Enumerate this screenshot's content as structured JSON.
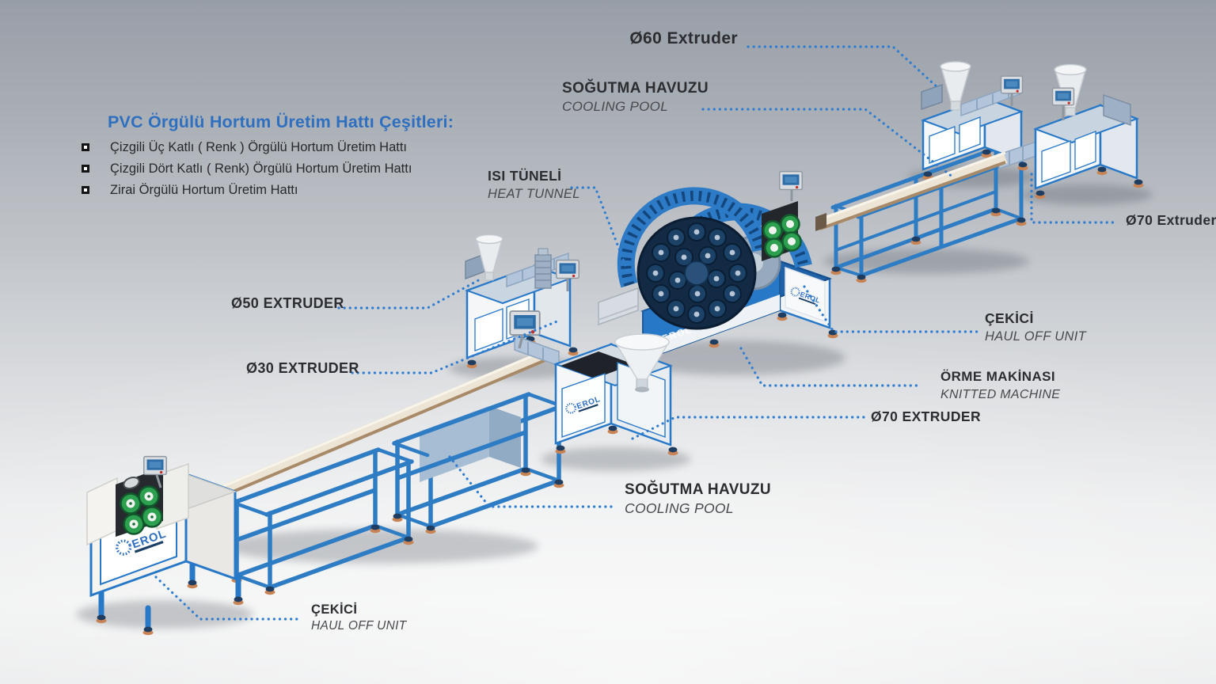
{
  "brand": {
    "name": "EROL"
  },
  "intro": {
    "title": "PVC Örgülü Hortum Üretim Hattı Çeşitleri:",
    "items": [
      "Çizgili Üç Katlı ( Renk ) Örgülü Hortum Üretim Hattı",
      "Çizgili Dört Katlı ( Renk) Örgülü Hortum Üretim Hattı",
      "Zirai Örgülü Hortum Üretim Hattı"
    ]
  },
  "labels": {
    "extruder60": {
      "title": "Ø60 Extruder"
    },
    "cooling_pool_top": {
      "title": "SOĞUTMA HAVUZU",
      "subtitle": "COOLING POOL"
    },
    "heat_tunnel": {
      "title": "ISI TÜNELİ",
      "subtitle": "HEAT TUNNEL"
    },
    "extruder70_right": {
      "title": "Ø70 Extruder"
    },
    "extruder50": {
      "title": "Ø50 EXTRUDER"
    },
    "extruder30": {
      "title": "Ø30 EXTRUDER"
    },
    "haul_off_right": {
      "title": "ÇEKİCİ",
      "subtitle": "HAUL OFF UNIT"
    },
    "knitting_machine": {
      "title": "ÖRME MAKİNASI",
      "subtitle": "KNITTED MACHINE"
    },
    "extruder70_bottom": {
      "title": "Ø70 EXTRUDER"
    },
    "cooling_pool_bottom": {
      "title": "SOĞUTMA HAVUZU",
      "subtitle": "COOLING POOL"
    },
    "haul_off_left": {
      "title": "ÇEKİCİ",
      "subtitle": "HAUL OFF UNIT"
    }
  },
  "colors": {
    "accent_blue": "#2e6fc0",
    "machine_blue": "#2878c8",
    "dotted_line": "#2f7dd1",
    "pipe_beige": "#e9e0d1",
    "spool_green": "#2da050"
  }
}
